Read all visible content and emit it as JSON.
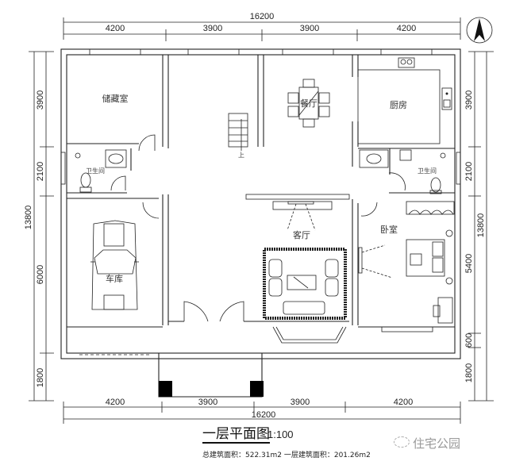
{
  "plan": {
    "title": "一层平面图",
    "scale": "1:100",
    "area_text": "总建筑面积：522.31m2  一层建筑面积：201.26m2",
    "total_area": "522.31m2",
    "first_floor_area": "201.26m2",
    "watermark": "住宅公园",
    "north_arrow": "north-arrow-icon"
  },
  "dimensions": {
    "top_total": "16200",
    "top_segments": [
      "4200",
      "3900",
      "3900",
      "4200"
    ],
    "bottom_total": "16200",
    "bottom_segments": [
      "4200",
      "3900",
      "3900",
      "4200"
    ],
    "left_total": "13800",
    "left_segments": [
      "3900",
      "2100",
      "6000",
      "1800"
    ],
    "right_total": "13800",
    "right_segments": [
      "3900",
      "2100",
      "5400",
      "600",
      "1800"
    ]
  },
  "rooms": {
    "storage": "储藏室",
    "dining": "餐厅",
    "kitchen": "厨房",
    "bath_left": "卫生间",
    "bath_right": "卫生间",
    "garage": "车库",
    "living": "客厅",
    "bedroom": "卧室"
  },
  "stair_label": "上"
}
